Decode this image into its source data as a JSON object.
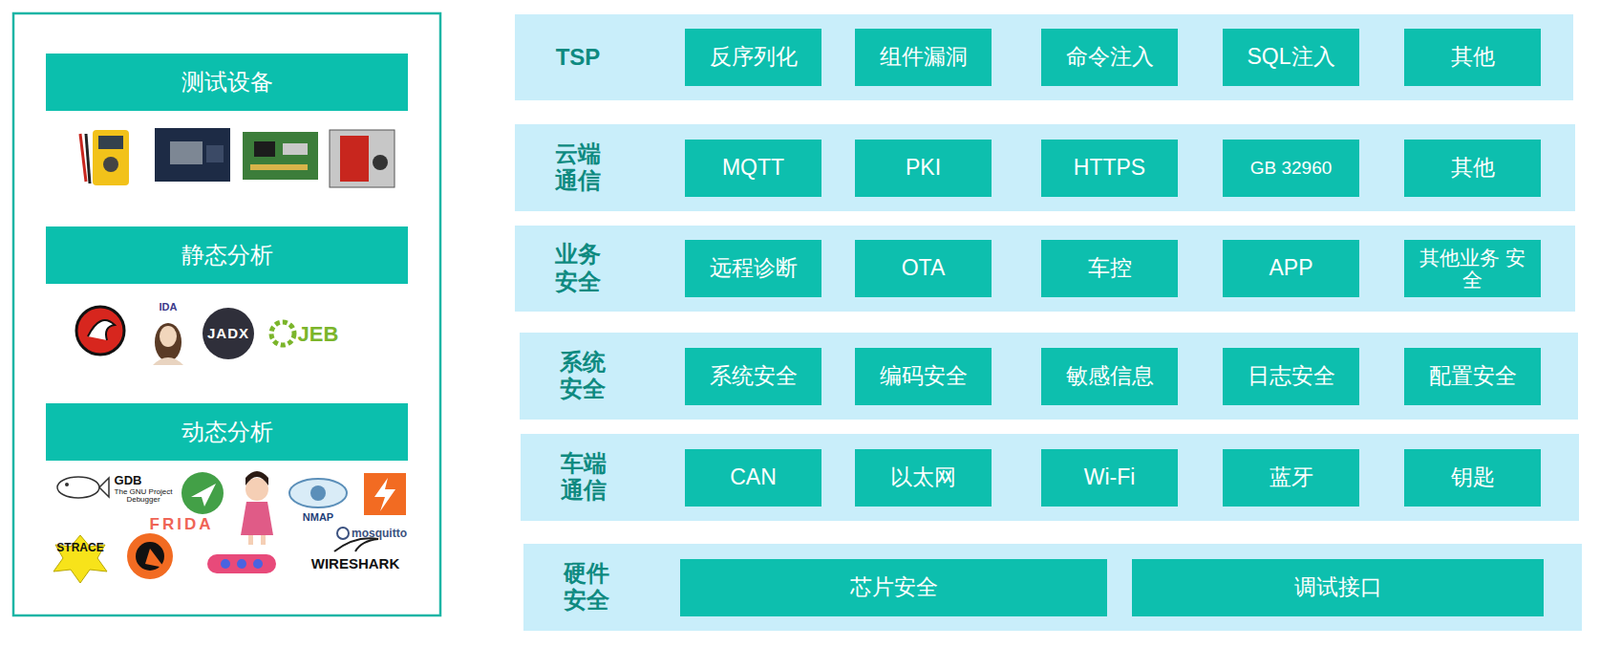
{
  "diagram": {
    "nodes": [
      {
        "text": [
          "测试设备"
        ]
      },
      {
        "text": [
          "静态分析"
        ]
      },
      {
        "text": [
          "动态分析"
        ]
      },
      {
        "text": [
          "TSP"
        ]
      },
      {
        "text": [
          "反序列化"
        ],
        "in": 3
      },
      {
        "text": [
          "组件漏洞"
        ],
        "in": 3
      },
      {
        "text": [
          "命令注入"
        ],
        "in": 3
      },
      {
        "text": [
          "SQL注入"
        ],
        "in": 3
      },
      {
        "text": [
          "其他"
        ],
        "in": 3
      },
      {
        "text": [
          "云端 通信"
        ]
      },
      {
        "text": [
          "MQTT"
        ],
        "in": 9
      },
      {
        "text": [
          "PKI"
        ],
        "in": 9
      },
      {
        "text": [
          "HTTPS"
        ],
        "in": 9
      },
      {
        "text": [
          "GB 32960"
        ],
        "in": 9
      },
      {
        "text": [
          "其他"
        ],
        "in": 9
      },
      {
        "text": [
          "业务 安全"
        ]
      },
      {
        "text": [
          "远程诊断"
        ],
        "in": 15
      },
      {
        "text": [
          "OTA"
        ],
        "in": 15
      },
      {
        "text": [
          "车控"
        ],
        "in": 15
      },
      {
        "text": [
          "APP"
        ],
        "in": 15
      },
      {
        "text": [
          "其他业务 安全"
        ],
        "in": 15
      },
      {
        "text": [
          "系统 安全"
        ]
      },
      {
        "text": [
          "系统安全"
        ],
        "in": 21
      },
      {
        "text": [
          "编码安全"
        ],
        "in": 21
      },
      {
        "text": [
          "敏感信息"
        ],
        "in": 21
      },
      {
        "text": [
          "日志安全"
        ],
        "in": 21
      },
      {
        "text": [
          "配置安全"
        ],
        "in": 21
      },
      {
        "text": [
          "车端 通信"
        ]
      },
      {
        "text": [
          "CAN"
        ],
        "in": 27
      },
      {
        "text": [
          "以太网"
        ],
        "in": 27
      },
      {
        "text": [
          "Wi-Fi"
        ],
        "in": 27
      },
      {
        "text": [
          "蓝牙"
        ],
        "in": 27
      },
      {
        "text": [
          "钥匙"
        ],
        "in": 27
      },
      {
        "text": [
          "硬件 安全"
        ]
      },
      {
        "text": [
          "芯片安全"
        ],
        "in": 33
      },
      {
        "text": [
          "调试接口"
        ],
        "in": 33
      }
    ],
    "labels": [
      "IDA",
      "JADX",
      "JEB",
      "GDB",
      "The GNU Project Debugger",
      "FRIDA",
      "NMAP",
      "mosquitto",
      "STRACE",
      "WIRESHARK"
    ]
  }
}
